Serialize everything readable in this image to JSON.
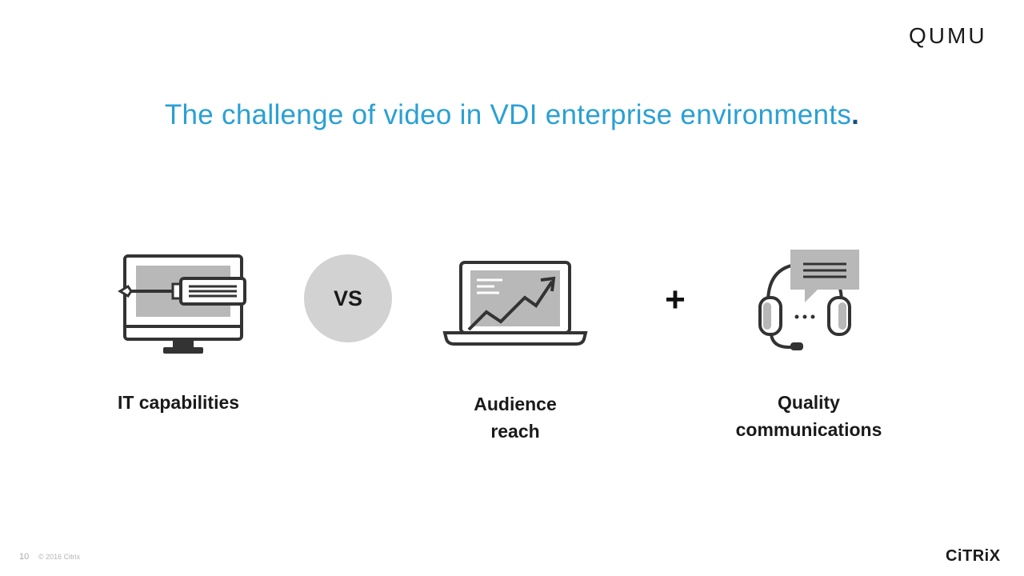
{
  "brand": {
    "qumu_logo": "QUMU",
    "citrix_logo": "CiTRiX"
  },
  "slide": {
    "title": "The challenge of video in VDI enterprise environments",
    "title_period": ".",
    "vs_label": "VS",
    "plus_label": "+",
    "items": [
      {
        "label": "IT capabilities",
        "icon": "monitor-screwdriver-icon"
      },
      {
        "label_line1": "Audience",
        "label_line2": "reach",
        "icon": "laptop-growth-chart-icon"
      },
      {
        "label_line1": "Quality",
        "label_line2": "communications",
        "icon": "headset-chat-icon"
      }
    ]
  },
  "footer": {
    "page_number": "10",
    "copyright": "© 2016 Citrix"
  },
  "colors": {
    "title": "#2aa0d4",
    "icon_dark": "#333333",
    "icon_fill": "#b8b8b8",
    "vs_circle": "#d2d2d2"
  }
}
